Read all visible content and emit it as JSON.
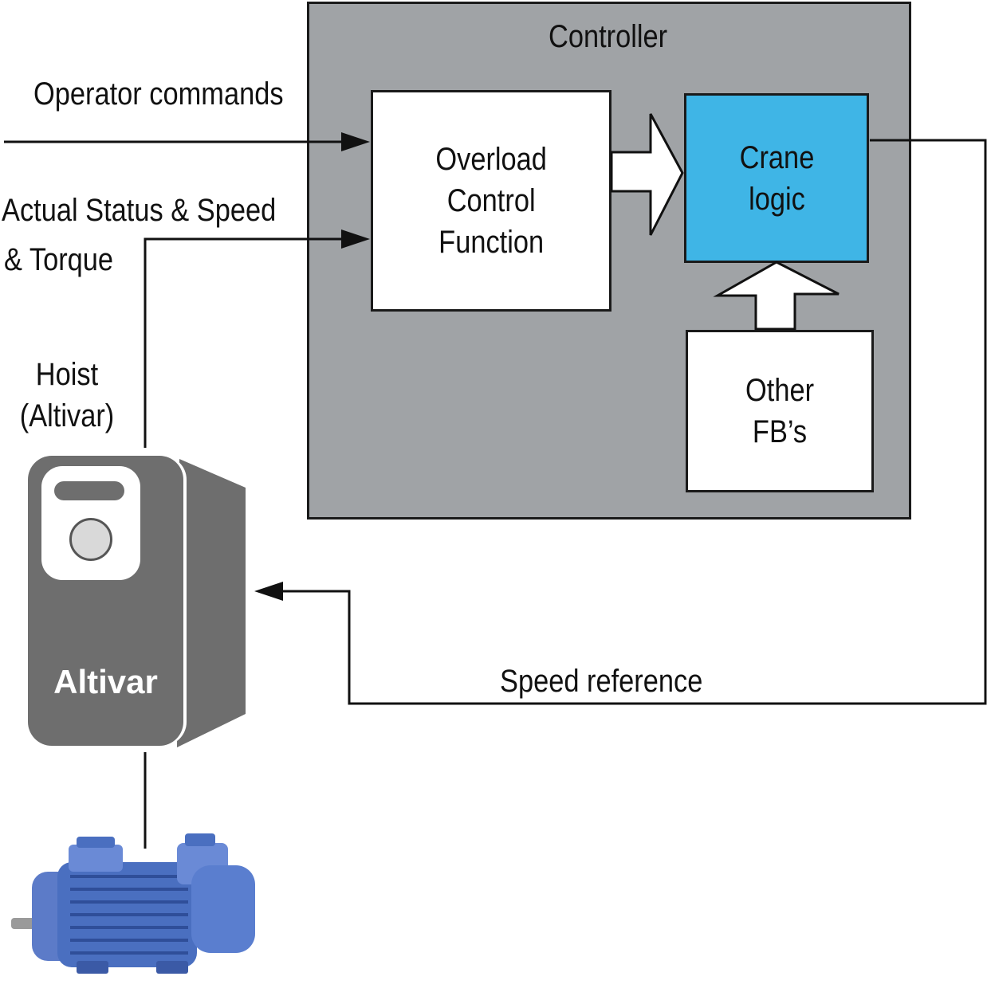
{
  "controller": {
    "title": "Controller"
  },
  "inputs": {
    "operator_commands": "Operator commands",
    "status_line1": "Actual Status  & Speed",
    "status_line2": "& Torque"
  },
  "blocks": {
    "overload": {
      "line1": "Overload",
      "line2": "Control",
      "line3": "Function"
    },
    "crane_logic": {
      "line1": "Crane",
      "line2": "logic",
      "color": "#3fb5e6"
    },
    "other_fbs": {
      "line1": "Other",
      "line2": "FB’s"
    }
  },
  "hoist": {
    "line1": "Hoist",
    "line2": "(Altivar)"
  },
  "drive": {
    "name": "Altivar"
  },
  "feedback": {
    "speed_reference": "Speed reference"
  },
  "colors": {
    "controller_bg": "#a0a3a6",
    "drive_gray": "#6e6e6e",
    "motor_blue": "#4a6fc0"
  }
}
